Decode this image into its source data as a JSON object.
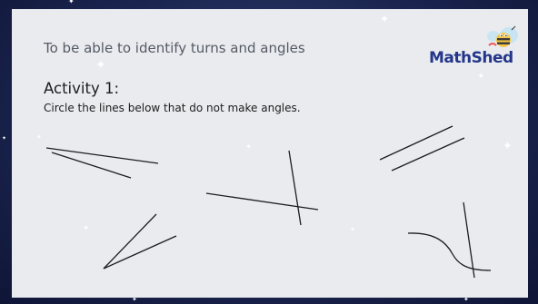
{
  "slide": {
    "objective": "To be able to identify turns and angles",
    "activity_title": "Activity 1:",
    "instruction": "Circle the lines below that do not make angles."
  },
  "logo": {
    "text": "MathShed",
    "mascot_icon": "bee-mascot-icon"
  },
  "figures": [
    {
      "name": "figure-angle-lines-top-left",
      "kind": "angle"
    },
    {
      "name": "figure-crossing-lines-center",
      "kind": "crossing"
    },
    {
      "name": "figure-parallel-lines-right",
      "kind": "parallel"
    },
    {
      "name": "figure-angle-lines-bottom-left",
      "kind": "angle"
    },
    {
      "name": "figure-curve-and-line-bottom-right",
      "kind": "curve-crossing"
    }
  ],
  "colors": {
    "background": "#1b2550",
    "slide": "#e9ebef",
    "logo": "#24368a",
    "ink": "#1d1d1d"
  }
}
